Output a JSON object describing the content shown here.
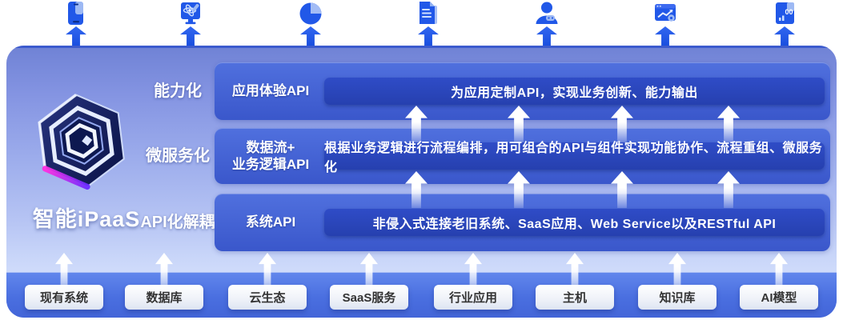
{
  "brand": {
    "title": "智能iPaaS"
  },
  "top_icons": [
    {
      "name": "mobile-app-icon"
    },
    {
      "name": "dev-monitor-icon"
    },
    {
      "name": "pie-chart-icon"
    },
    {
      "name": "document-icon"
    },
    {
      "name": "user-icon"
    },
    {
      "name": "analytics-icon"
    },
    {
      "name": "report-icon"
    }
  ],
  "layers": [
    {
      "category": "能力化",
      "api": "应用体验API",
      "description": "为应用定制API，实现业务创新、能力输出"
    },
    {
      "category": "微服务化",
      "api": "数据流+\n业务逻辑API",
      "description": "根据业务逻辑进行流程编排，用可组合的API与组件实现功能协作、流程重组、微服务化"
    },
    {
      "category": "API化解耦",
      "api": "系统API",
      "description": "非侵入式连接老旧系统、SaaS应用、Web Service以及RESTful API"
    }
  ],
  "bottom_systems": [
    "现有系统",
    "数据库",
    "云生态",
    "SaaS服务",
    "行业应用",
    "主机",
    "知识库",
    "AI模型"
  ],
  "colors": {
    "primary_blue": "#2158e8",
    "icon_light_blue": "#9db9f4",
    "band_blue": "#4463d8",
    "inner_box_blue": "#2a45bb",
    "bottom_band_blue": "#4a6fe0",
    "panel_light": "#cfdbfa",
    "magenta_accent": "#e02ed8",
    "text_white": "#ffffff",
    "bottom_box_text": "#333333"
  }
}
